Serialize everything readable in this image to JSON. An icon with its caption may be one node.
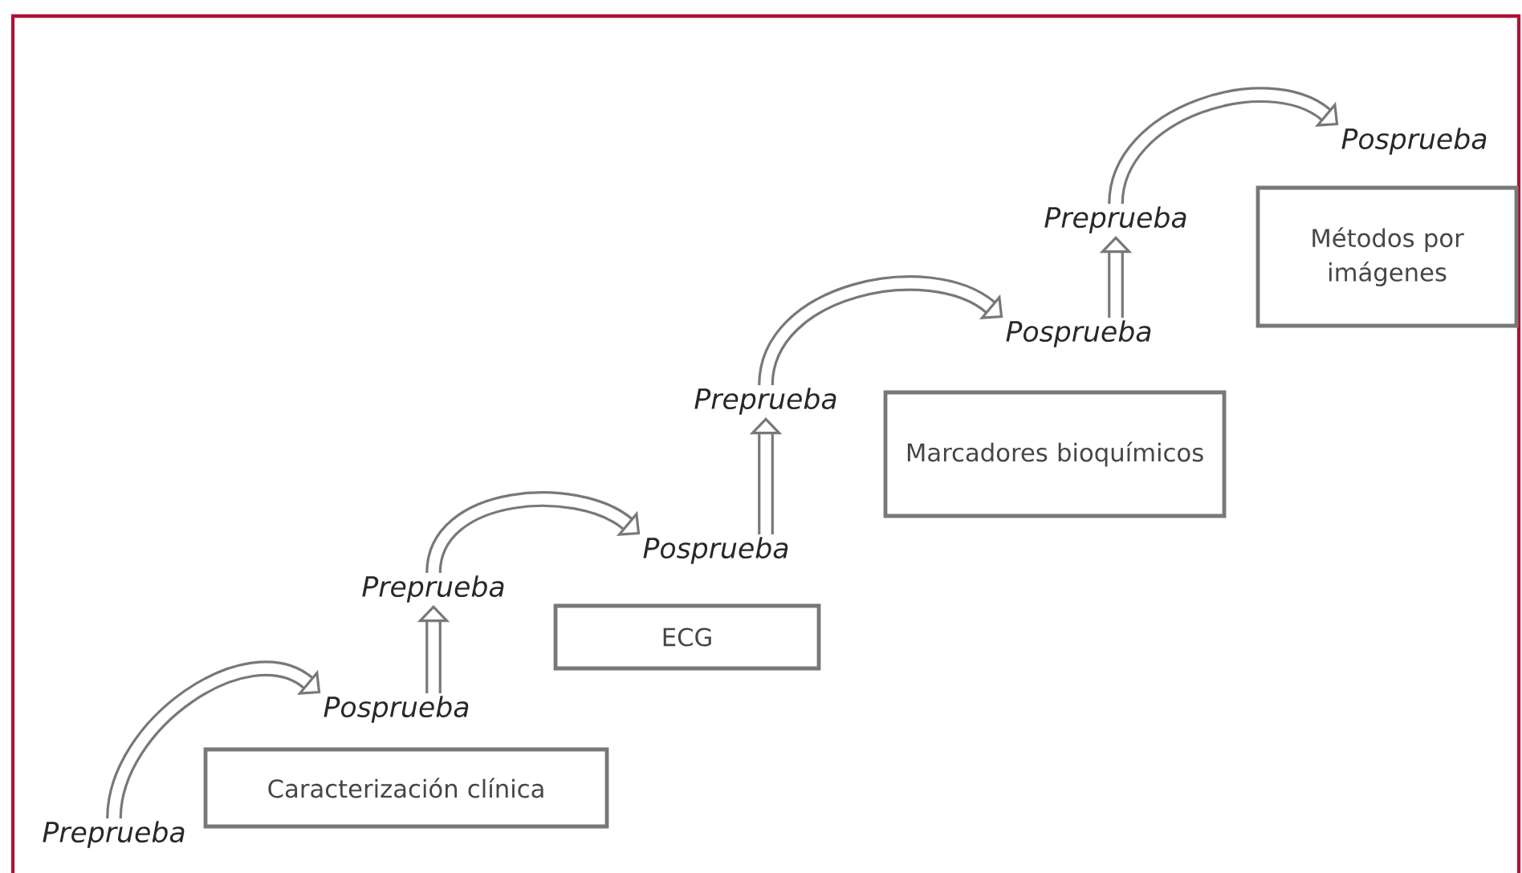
{
  "diagram": {
    "nodes": [
      {
        "text": [
          "Preprueba"
        ]
      },
      {
        "text": [
          "Posprueba"
        ]
      },
      {
        "text": [
          "Caracterización clínica"
        ]
      },
      {
        "text": [
          "Preprueba"
        ]
      },
      {
        "text": [
          "Posprueba"
        ]
      },
      {
        "text": [
          "ECG"
        ]
      },
      {
        "text": [
          "Preprueba"
        ]
      },
      {
        "text": [
          "Posprueba"
        ]
      },
      {
        "text": [
          "Marcadores bioquímicos"
        ]
      },
      {
        "text": [
          "Preprueba"
        ]
      },
      {
        "text": [
          "Posprueba"
        ]
      },
      {
        "text": [
          "Métodos por imágenes"
        ]
      }
    ],
    "edges": [
      {
        "from": 0,
        "to": 1,
        "arrow": "to"
      },
      {
        "from": 1,
        "to": 3,
        "arrow": "to"
      },
      {
        "from": 3,
        "to": 4,
        "arrow": "to"
      },
      {
        "from": 4,
        "to": 6,
        "arrow": "to"
      },
      {
        "from": 6,
        "to": 7,
        "arrow": "to"
      },
      {
        "from": 7,
        "to": 9,
        "arrow": "to"
      },
      {
        "from": 9,
        "to": 10,
        "arrow": "to"
      }
    ]
  }
}
